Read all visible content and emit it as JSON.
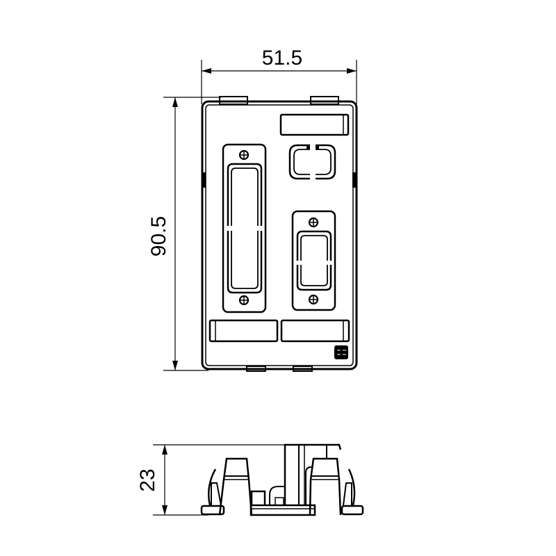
{
  "drawing": {
    "top_view": {
      "width_dimension": "51.5",
      "height_dimension": "90.5"
    },
    "side_view": {
      "height_dimension": "23"
    }
  },
  "colors": {
    "line": "#000000",
    "background": "#ffffff"
  }
}
